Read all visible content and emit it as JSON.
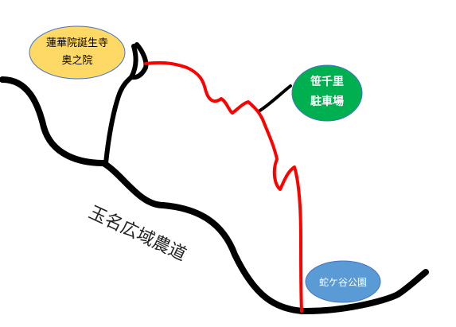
{
  "map": {
    "places": {
      "renge_in": {
        "line1": "蓮華院誕生寺",
        "line2": "奥之院",
        "fill": "#FFD966",
        "text_color": "#000000"
      },
      "sasasenri": {
        "line1": "笹千里",
        "line2": "駐車場",
        "fill": "#00B050",
        "text_color": "#FFFFFF"
      },
      "jagatani": {
        "line1": "蛇ケ谷公園",
        "fill": "#5B9BD5",
        "text_color": "#FFFFFF"
      }
    },
    "road_label": "玉名広域農道",
    "colors": {
      "road": "#000000",
      "trail": "#FF0000",
      "background": "#FFFFFF"
    }
  }
}
